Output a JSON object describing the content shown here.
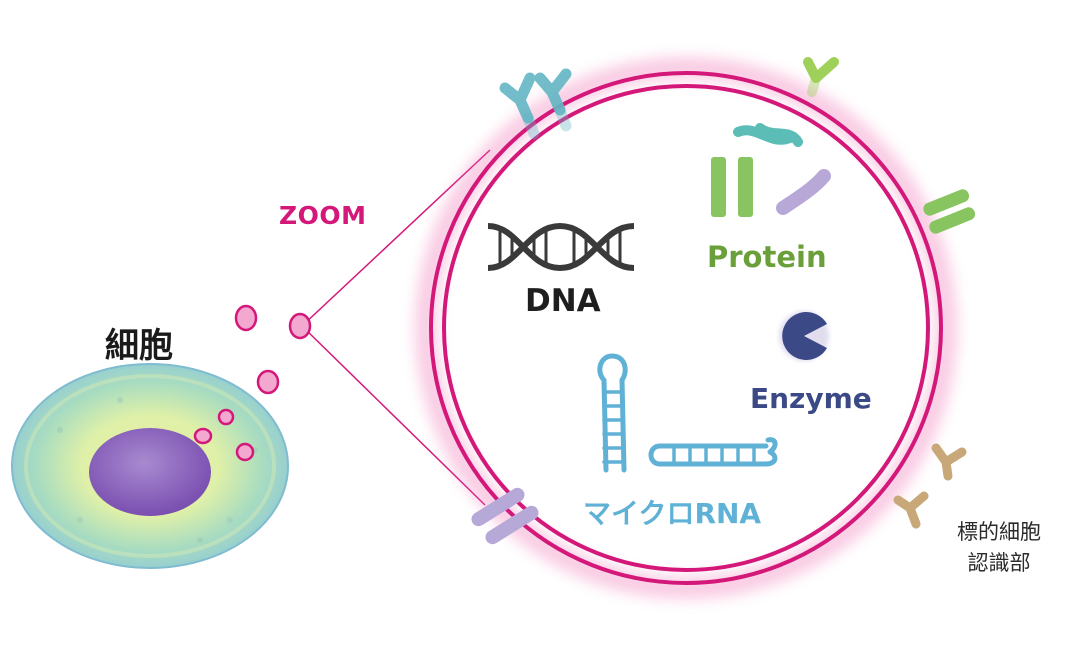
{
  "labels": {
    "cell": "細胞",
    "zoom": "ZOOM",
    "dna": "DNA",
    "protein": "Protein",
    "enzyme": "Enzyme",
    "microrna": "マイクロRNA",
    "target_line1": "標的細胞",
    "target_line2": "認識部"
  },
  "colors": {
    "membrane": "#d4187a",
    "zoom_text": "#d4187a",
    "dna": "#3a3a3a",
    "protein_text": "#6a9f3a",
    "protein_green": "#88c460",
    "protein_teal": "#5bbdb6",
    "protein_lavender": "#b7a8d8",
    "enzyme": "#3b4a86",
    "microrna": "#5fb1d6",
    "receptor_teal": "#63b6c4",
    "receptor_lime": "#9fd05a",
    "receptor_tan": "#c8a878",
    "receptor_lavender": "#b6a9d8",
    "cell_nucleus": "#8a62b8"
  },
  "icons": [
    "dna-icon",
    "protein-icon",
    "enzyme-icon",
    "microrna-icon",
    "receptor-icon",
    "cell-icon"
  ]
}
